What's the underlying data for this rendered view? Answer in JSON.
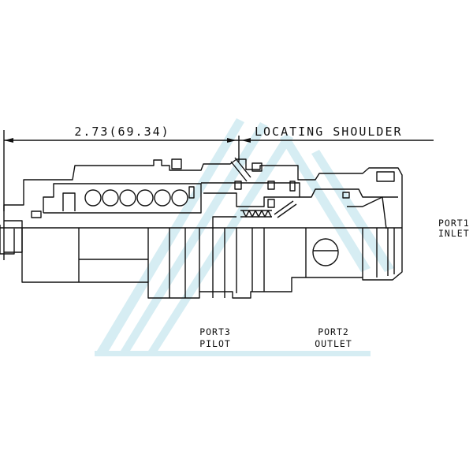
{
  "dimension": {
    "label": "2.73(69.34)"
  },
  "callout": {
    "label": "LOCATING SHOULDER"
  },
  "ports": [
    {
      "id": "port1",
      "name": "PORT1",
      "function": "INLET"
    },
    {
      "id": "port2",
      "name": "PORT2",
      "function": "OUTLET"
    },
    {
      "id": "port3",
      "name": "PORT3",
      "function": "PILOT"
    }
  ],
  "colors": {
    "line": "#111111",
    "watermark": "#bfe3ec"
  }
}
